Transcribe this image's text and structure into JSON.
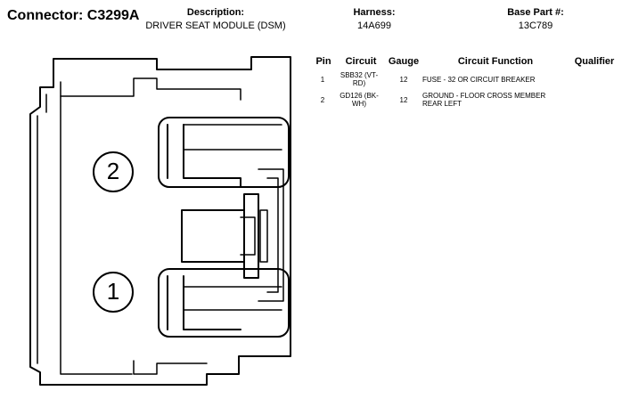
{
  "header": {
    "connector_title": "Connector: C3299A",
    "description_label": "Description:",
    "description_value": "DRIVER SEAT MODULE (DSM)",
    "harness_label": "Harness:",
    "harness_value": "14A699",
    "base_part_label": "Base Part #:",
    "base_part_value": "13C789"
  },
  "table": {
    "columns": [
      "Pin",
      "Circuit",
      "Gauge",
      "Circuit Function",
      "Qualifier"
    ],
    "rows": [
      {
        "pin": "1",
        "circuit": "SBB32 (VT-\nRD)",
        "gauge": "12",
        "function": "FUSE - 32 OR CIRCUIT BREAKER",
        "qualifier": ""
      },
      {
        "pin": "2",
        "circuit": "GD126 (BK-\nWH)",
        "gauge": "12",
        "function": "GROUND - FLOOR CROSS MEMBER\nREAR LEFT",
        "qualifier": ""
      }
    ]
  },
  "diagram": {
    "pin_labels": [
      "2",
      "1"
    ]
  }
}
